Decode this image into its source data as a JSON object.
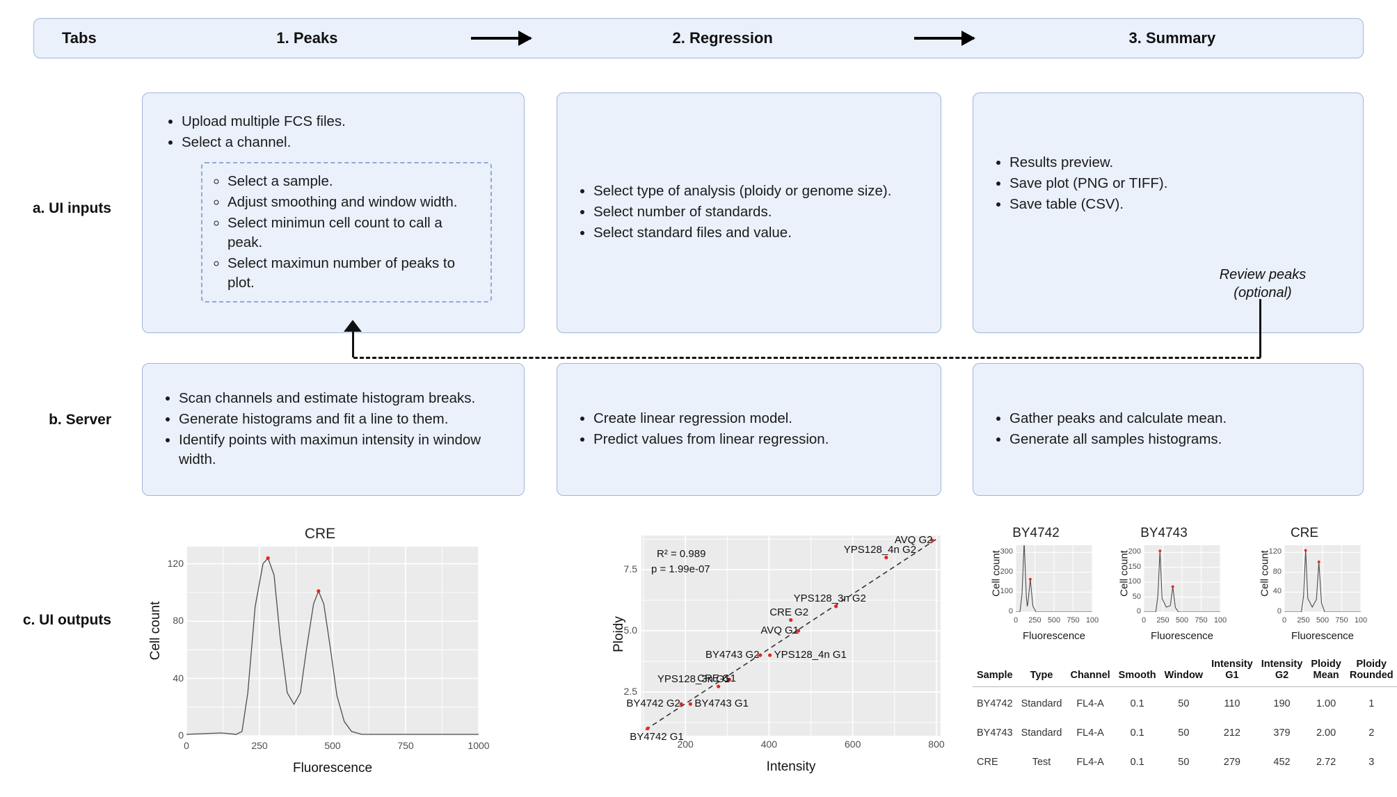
{
  "tabbar": {
    "label": "Tabs",
    "steps": [
      "1. Peaks",
      "2. Regression",
      "3. Summary"
    ],
    "arrow_icon": "right-arrow-icon"
  },
  "rows": {
    "a": "a. UI inputs",
    "b": "b. Server",
    "c": "c. UI outputs"
  },
  "inputs": {
    "peaks": {
      "items": [
        "Upload multiple FCS files.",
        "Select a channel."
      ],
      "subitems": [
        "Select a sample.",
        "Adjust smoothing and window width.",
        "Select minimun cell count to call a peak.",
        "Select maximun number of peaks to plot."
      ]
    },
    "regression": {
      "items": [
        "Select type of analysis (ploidy or genome size).",
        "Select number of standards.",
        "Select standard files and value."
      ]
    },
    "summary": {
      "items": [
        "Results preview.",
        "Save plot (PNG or TIFF).",
        "Save table (CSV)."
      ],
      "note": "Review peaks\n(optional)"
    }
  },
  "server": {
    "peaks": {
      "items": [
        "Scan channels and estimate histogram breaks.",
        "Generate histograms and fit a line to them.",
        "Identify points with maximun intensity in window width."
      ]
    },
    "regression": {
      "items": [
        "Create linear regression model.",
        "Predict values from linear regression."
      ]
    },
    "summary": {
      "items": [
        "Gather peaks and calculate mean.",
        "Generate all samples histograms."
      ]
    }
  },
  "chart_data": [
    {
      "type": "line",
      "name": "cre-histogram",
      "title": "CRE",
      "xlabel": "Fluorescence",
      "ylabel": "Cell count",
      "xticks": [
        0,
        250,
        500,
        750,
        1000
      ],
      "yticks": [
        0,
        40,
        80,
        120
      ],
      "xlim": [
        0,
        1000
      ],
      "ylim": [
        0,
        132
      ],
      "grid": true,
      "peaks": [
        {
          "x": 279,
          "y": 124
        },
        {
          "x": 452,
          "y": 101
        }
      ],
      "curve": [
        [
          0,
          1
        ],
        [
          60,
          1.5
        ],
        [
          120,
          2
        ],
        [
          170,
          1
        ],
        [
          190,
          3
        ],
        [
          210,
          30
        ],
        [
          235,
          90
        ],
        [
          262,
          120
        ],
        [
          279,
          124
        ],
        [
          300,
          112
        ],
        [
          320,
          70
        ],
        [
          345,
          30
        ],
        [
          368,
          22
        ],
        [
          390,
          30
        ],
        [
          412,
          62
        ],
        [
          435,
          92
        ],
        [
          452,
          101
        ],
        [
          470,
          92
        ],
        [
          492,
          62
        ],
        [
          515,
          28
        ],
        [
          540,
          10
        ],
        [
          565,
          3
        ],
        [
          600,
          1
        ],
        [
          700,
          1
        ],
        [
          800,
          1
        ],
        [
          900,
          1
        ],
        [
          1000,
          1
        ]
      ]
    },
    {
      "type": "scatter",
      "name": "ploidy-regression",
      "xlabel": "Intensity",
      "ylabel": "Ploidy",
      "xticks": [
        200,
        400,
        600,
        800
      ],
      "yticks": [
        2.5,
        5.0,
        7.5
      ],
      "xlim": [
        95,
        810
      ],
      "ylim": [
        0.7,
        8.9
      ],
      "annotations": [
        "R² = 0.989",
        "p = 1.99e-07"
      ],
      "trendline": true,
      "points": [
        {
          "label": "BY4742 G1",
          "x": 110,
          "y": 1.0,
          "label_pos": "below-left"
        },
        {
          "label": "BY4742 G2",
          "x": 190,
          "y": 2.0,
          "label_pos": "left"
        },
        {
          "label": "BY4743 G1",
          "x": 212,
          "y": 2.0,
          "label_pos": "right"
        },
        {
          "label": "CRE G1",
          "x": 279,
          "y": 2.72,
          "label_pos": "above"
        },
        {
          "label": "YPS128_3n G1",
          "x": 305,
          "y": 3.0,
          "label_pos": "left"
        },
        {
          "label": "BY4743 G2",
          "x": 379,
          "y": 4.0,
          "label_pos": "left"
        },
        {
          "label": "YPS128_4n G1",
          "x": 402,
          "y": 4.0,
          "label_pos": "right"
        },
        {
          "label": "CRE G2",
          "x": 452,
          "y": 5.44,
          "label_pos": "above"
        },
        {
          "label": "AVQ G1",
          "x": 470,
          "y": 5.0,
          "label_pos": "left"
        },
        {
          "label": "YPS128_3n G2",
          "x": 560,
          "y": 6.0,
          "label_pos": "above"
        },
        {
          "label": "YPS128_4n G2",
          "x": 680,
          "y": 8.0,
          "label_pos": "above"
        },
        {
          "label": "AVQ G2",
          "x": 790,
          "y": 8.7,
          "label_pos": "left"
        }
      ]
    },
    {
      "type": "line",
      "name": "mini-BY4742",
      "title": "BY4742",
      "xlabel": "Fluorescence",
      "ylabel": "Cell count",
      "xticks": [
        "0",
        "250",
        "500",
        "750",
        "100"
      ],
      "yticks": [
        0,
        100,
        200,
        300
      ],
      "peaks": [
        {
          "x": 110,
          "y": 355
        },
        {
          "x": 190,
          "y": 165
        }
      ]
    },
    {
      "type": "line",
      "name": "mini-BY4743",
      "title": "BY4743",
      "xlabel": "Fluorescence",
      "ylabel": "Cell count",
      "xticks": [
        "0",
        "250",
        "500",
        "750",
        "100"
      ],
      "yticks": [
        0,
        50,
        100,
        150,
        200
      ],
      "peaks": [
        {
          "x": 212,
          "y": 205
        },
        {
          "x": 379,
          "y": 85
        }
      ]
    },
    {
      "type": "line",
      "name": "mini-CRE",
      "title": "CRE",
      "xlabel": "Fluorescence",
      "ylabel": "Cell count",
      "xticks": [
        "0",
        "250",
        "500",
        "750",
        "100"
      ],
      "yticks": [
        0,
        40,
        80,
        120
      ],
      "peaks": [
        {
          "x": 279,
          "y": 124
        },
        {
          "x": 452,
          "y": 101
        }
      ]
    }
  ],
  "summary_table": {
    "headers": [
      "Sample",
      "Type",
      "Channel",
      "Smooth",
      "Window",
      "Intensity G1",
      "Intensity G2",
      "Ploidy Mean",
      "Ploidy Rounded"
    ],
    "headers_wrapped": [
      [
        "Sample",
        ""
      ],
      [
        "Type",
        ""
      ],
      [
        "Channel",
        ""
      ],
      [
        "Smooth",
        ""
      ],
      [
        "Window",
        ""
      ],
      [
        "Intensity",
        "G1"
      ],
      [
        "Intensity",
        "G2"
      ],
      [
        "Ploidy",
        "Mean"
      ],
      [
        "Ploidy",
        "Rounded"
      ]
    ],
    "rows": [
      [
        "BY4742",
        "Standard",
        "FL4-A",
        "0.1",
        "50",
        "110",
        "190",
        "1.00",
        "1"
      ],
      [
        "BY4743",
        "Standard",
        "FL4-A",
        "0.1",
        "50",
        "212",
        "379",
        "2.00",
        "2"
      ],
      [
        "CRE",
        "Test",
        "FL4-A",
        "0.1",
        "50",
        "279",
        "452",
        "2.72",
        "3"
      ]
    ]
  },
  "colors": {
    "panel_fill": "#eaf1fb",
    "panel_border": "#9fb6dd",
    "dashed_border": "#8fa9d6",
    "plot_bg": "#ebebeb",
    "peak_point": "#e8241b"
  }
}
